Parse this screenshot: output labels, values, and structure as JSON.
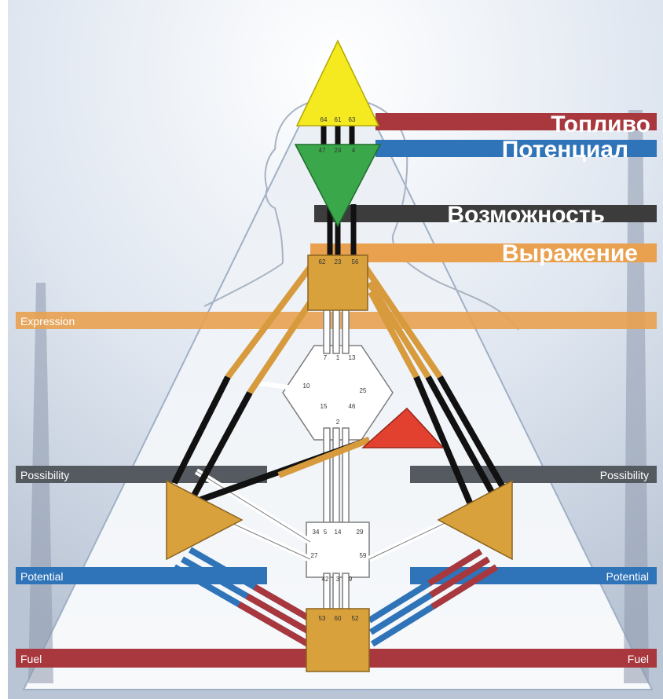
{
  "bands_ru": {
    "fuel": "Топливо",
    "potential": "Потенциал",
    "possibility": "Возможность",
    "expression": "Выражение"
  },
  "bands_en": {
    "expression_left": "Expression",
    "possibility_left": "Possibility",
    "possibility_right": "Possibility",
    "potential_left": "Potential",
    "potential_right": "Potential",
    "fuel_left": "Fuel",
    "fuel_right": "Fuel"
  },
  "colors": {
    "fuel": "#a8383e",
    "potential": "#2f73b8",
    "possibility": "#3c3c3c",
    "expression": "#e9a14f",
    "head_center": "#f4ea1f",
    "ajna_center": "#3aa84a",
    "spleen_center": "#e2412f",
    "gold_center": "#d9a13c"
  },
  "gates": {
    "head": [
      "64",
      "61",
      "63"
    ],
    "ajna": [
      "47",
      "24",
      "4"
    ],
    "throat": [
      "62",
      "23",
      "56"
    ],
    "g_center": [
      "7",
      "1",
      "13"
    ],
    "g_side": [
      "10",
      "25"
    ],
    "g_bottom": [
      "15",
      "2",
      "46"
    ],
    "sacral_top": [
      "34",
      "5",
      "14",
      "29"
    ],
    "sacral_side": [
      "27",
      "59"
    ],
    "sacral_bottom": [
      "42",
      "3",
      "9"
    ],
    "root": [
      "53",
      "60",
      "52"
    ]
  }
}
